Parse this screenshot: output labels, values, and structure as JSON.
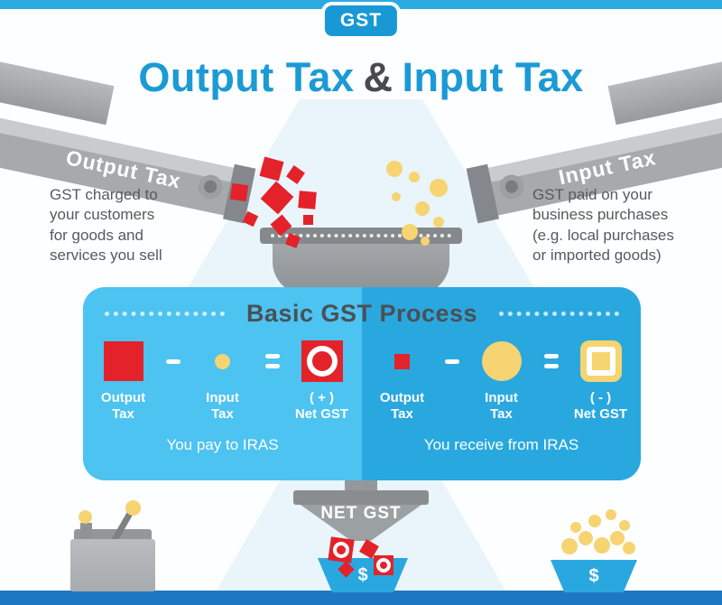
{
  "header": {
    "badge": "GST",
    "title_left": "Output Tax",
    "title_amp": "&",
    "title_right": "Input Tax"
  },
  "chutes": {
    "left_label": "Output Tax",
    "right_label": "Input Tax"
  },
  "descriptions": {
    "left": "GST charged to your customers for goods and services you sell",
    "right": "GST paid on your business purchases (e.g. local purchases or imported goods)"
  },
  "process": {
    "title": "Basic GST Process",
    "left": {
      "cols": [
        {
          "line1": "Output",
          "line2": "Tax"
        },
        {
          "line1": "Input",
          "line2": "Tax"
        },
        {
          "line1": "( + )",
          "line2": "Net GST"
        }
      ],
      "footer": "You pay to IRAS"
    },
    "right": {
      "cols": [
        {
          "line1": "Output",
          "line2": "Tax"
        },
        {
          "line1": "Input",
          "line2": "Tax"
        },
        {
          "line1": "( - )",
          "line2": "Net GST"
        }
      ],
      "footer": "You receive from IRAS"
    }
  },
  "bottom": {
    "funnel_label": "NET GST",
    "center_basket": "$",
    "right_basket": "$"
  },
  "colors": {
    "sky_blue": "#29abe2",
    "title_blue": "#1b9ad6",
    "panel_light_blue": "#4cc3f0",
    "panel_mid_blue": "#29a8e0",
    "bottom_bar_blue": "#1e78c1",
    "red": "#e4222a",
    "gold": "#f6d471",
    "gray": "#9ba0a3",
    "text_gray": "#58595b"
  }
}
